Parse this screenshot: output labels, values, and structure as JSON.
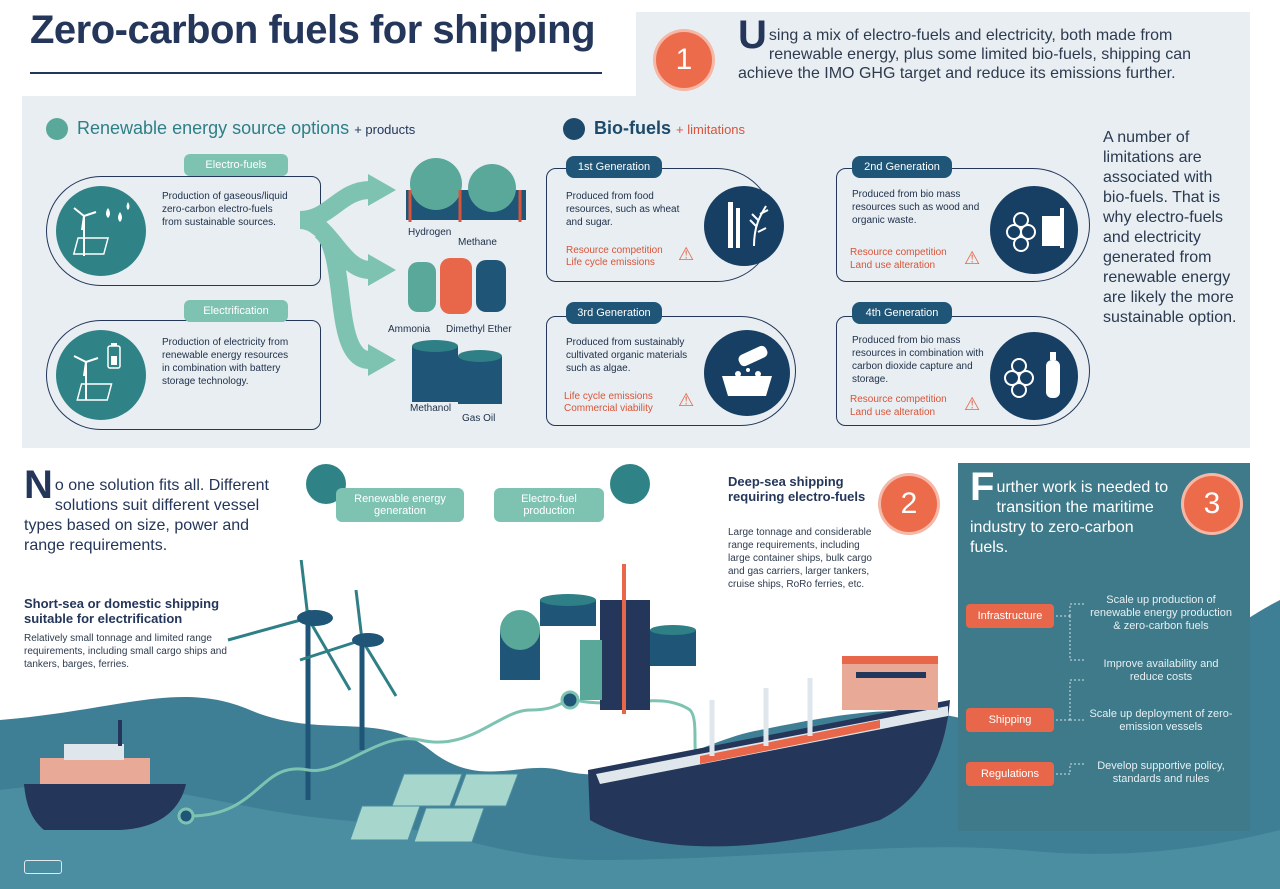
{
  "header": {
    "title": "Zero-carbon fuels for shipping",
    "badge_1": "1",
    "intro_dropcap": "U",
    "intro_rest": "sing a mix of electro-fuels and electricity, both made from renewable energy, plus some limited bio-fuels, shipping can achieve the IMO GHG target and reduce its emissions further."
  },
  "renewable": {
    "heading": "Renewable energy source options",
    "heading_suffix": "+ products",
    "electro": {
      "label": "Electro-fuels",
      "text": "Production of gaseous/liquid zero-carbon electro-fuels from sustainable sources."
    },
    "electrification": {
      "label": "Electrification",
      "text": "Production of electricity from renewable energy resources in combination with battery storage technology."
    },
    "products": [
      "Hydrogen",
      "Methane",
      "Ammonia",
      "Dimethyl Ether",
      "Methanol",
      "Gas Oil"
    ]
  },
  "biofuels": {
    "heading": "Bio-fuels",
    "heading_suffix": "+ limitations",
    "generations": [
      {
        "label": "1st Generation",
        "text": "Produced from food resources, such as wheat and sugar.",
        "limits": [
          "Resource competition",
          "Life cycle emissions"
        ]
      },
      {
        "label": "2nd Generation",
        "text": "Produced from bio mass resources such as wood and organic waste.",
        "limits": [
          "Resource competition",
          "Land use alteration"
        ]
      },
      {
        "label": "3rd Generation",
        "text": "Produced from sustainably cultivated organic materials such as algae.",
        "limits": [
          "Life cycle emissions",
          "Commercial viability"
        ]
      },
      {
        "label": "4th Generation",
        "text": "Produced from bio mass resources in combination with carbon dioxide capture and storage.",
        "limits": [
          "Resource competition",
          "Land use alteration"
        ]
      }
    ],
    "side_note": "A number of limitations are associated with bio-fuels. That is why electro-fuels and electricity generated from renewable energy are likely the more sustainable option."
  },
  "bottom": {
    "no_one_dropcap": "N",
    "no_one_rest": "o one solution fits all. Different solutions suit different vessel types based on size, power and range requirements.",
    "short_sea_heading": "Short-sea or domestic shipping suitable for electrification",
    "short_sea_text": "Relatively small tonnage and limited range requirements, including small cargo ships and tankers, barges, ferries.",
    "renewable_gen_label": "Renewable energy generation",
    "electro_prod_label": "Electro-fuel production",
    "deep_sea_heading": "Deep-sea shipping requiring electro-fuels",
    "deep_sea_text": "Large tonnage and considerable range requirements, including large container ships, bulk cargo and gas carriers, larger tankers, cruise ships, RoRo ferries, etc.",
    "badge_2": "2"
  },
  "further": {
    "badge_3": "3",
    "dropcap": "F",
    "rest": "urther work is needed to transition the maritime industry to zero-carbon fuels.",
    "categories": [
      "Infrastructure",
      "Shipping",
      "Regulations"
    ],
    "actions": [
      "Scale up production of renewable energy production & zero-carbon fuels",
      "Improve availability and reduce costs",
      "Scale up deployment of zero- emission vessels",
      "Develop supportive policy, standards and rules"
    ]
  },
  "colors": {
    "navy": "#24365a",
    "teal": "#2f8387",
    "mint": "#7ec3b2",
    "coral": "#ec6b4b",
    "sea": "#3f7a8a"
  }
}
